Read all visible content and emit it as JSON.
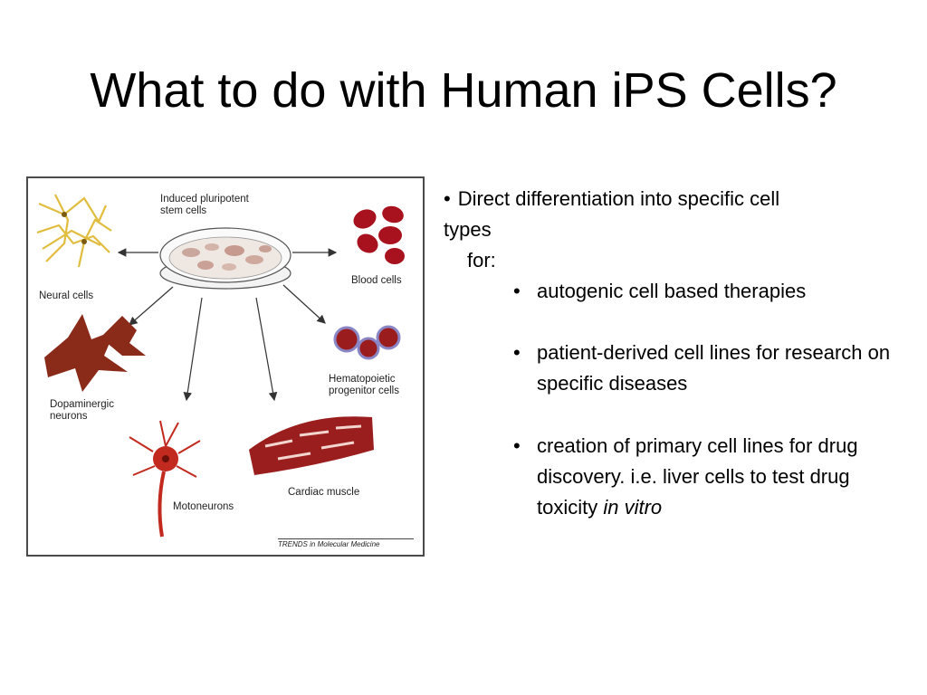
{
  "slide": {
    "title": "What to do with Human iPS Cells?"
  },
  "figure": {
    "labels": {
      "ips": "Induced pluripotent\nstem cells",
      "neural": "Neural cells",
      "blood": "Blood cells",
      "dopaminergic": "Dopaminergic\nneurons",
      "hematopoietic": "Hematopoietic\nprogenitor cells",
      "motoneurons": "Motoneurons",
      "cardiac": "Cardiac muscle"
    },
    "credit": "TRENDS in Molecular Medicine",
    "colors": {
      "neural": "#e8c44a",
      "dopaminergic": "#8a2b1a",
      "blood": "#a8121e",
      "cardiac": "#9b1e1e",
      "hematopoietic_ring": "#8a86c6"
    }
  },
  "bullets": {
    "intro_line1": "Direct differentiation into specific cell",
    "intro_line2": "types",
    "intro_line3": "for:",
    "items": [
      {
        "text": " autogenic cell based therapies"
      },
      {
        "text": " patient-derived cell lines for research on specific diseases"
      },
      {
        "text_plain": "  creation of primary cell lines for drug discovery.  i.e. liver cells to test drug toxicity ",
        "text_italic": "in vitro"
      }
    ]
  }
}
